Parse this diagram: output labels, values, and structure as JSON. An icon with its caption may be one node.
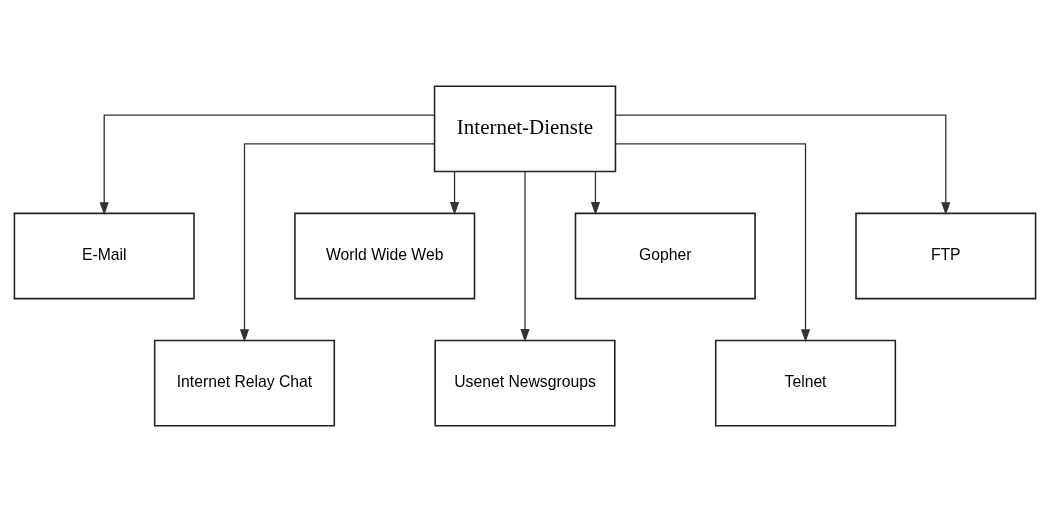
{
  "diagram": {
    "nodes": [
      {
        "text": [
          "Internet-Dienste"
        ]
      },
      {
        "text": [
          "E-Mail"
        ]
      },
      {
        "text": [
          "World Wide Web"
        ]
      },
      {
        "text": [
          "Gopher"
        ]
      },
      {
        "text": [
          "FTP"
        ]
      },
      {
        "text": [
          "Internet Relay Chat"
        ]
      },
      {
        "text": [
          "Usenet Newsgroups"
        ]
      },
      {
        "text": [
          "Telnet"
        ]
      }
    ],
    "edges": [
      {
        "from": 0,
        "to": 1,
        "arrow": "to"
      },
      {
        "from": 0,
        "to": 5,
        "arrow": "to"
      },
      {
        "from": 0,
        "to": 2,
        "arrow": "to"
      },
      {
        "from": 0,
        "to": 6,
        "arrow": "to"
      },
      {
        "from": 0,
        "to": 3,
        "arrow": "to"
      },
      {
        "from": 0,
        "to": 7,
        "arrow": "to"
      },
      {
        "from": 0,
        "to": 4,
        "arrow": "to"
      }
    ]
  }
}
